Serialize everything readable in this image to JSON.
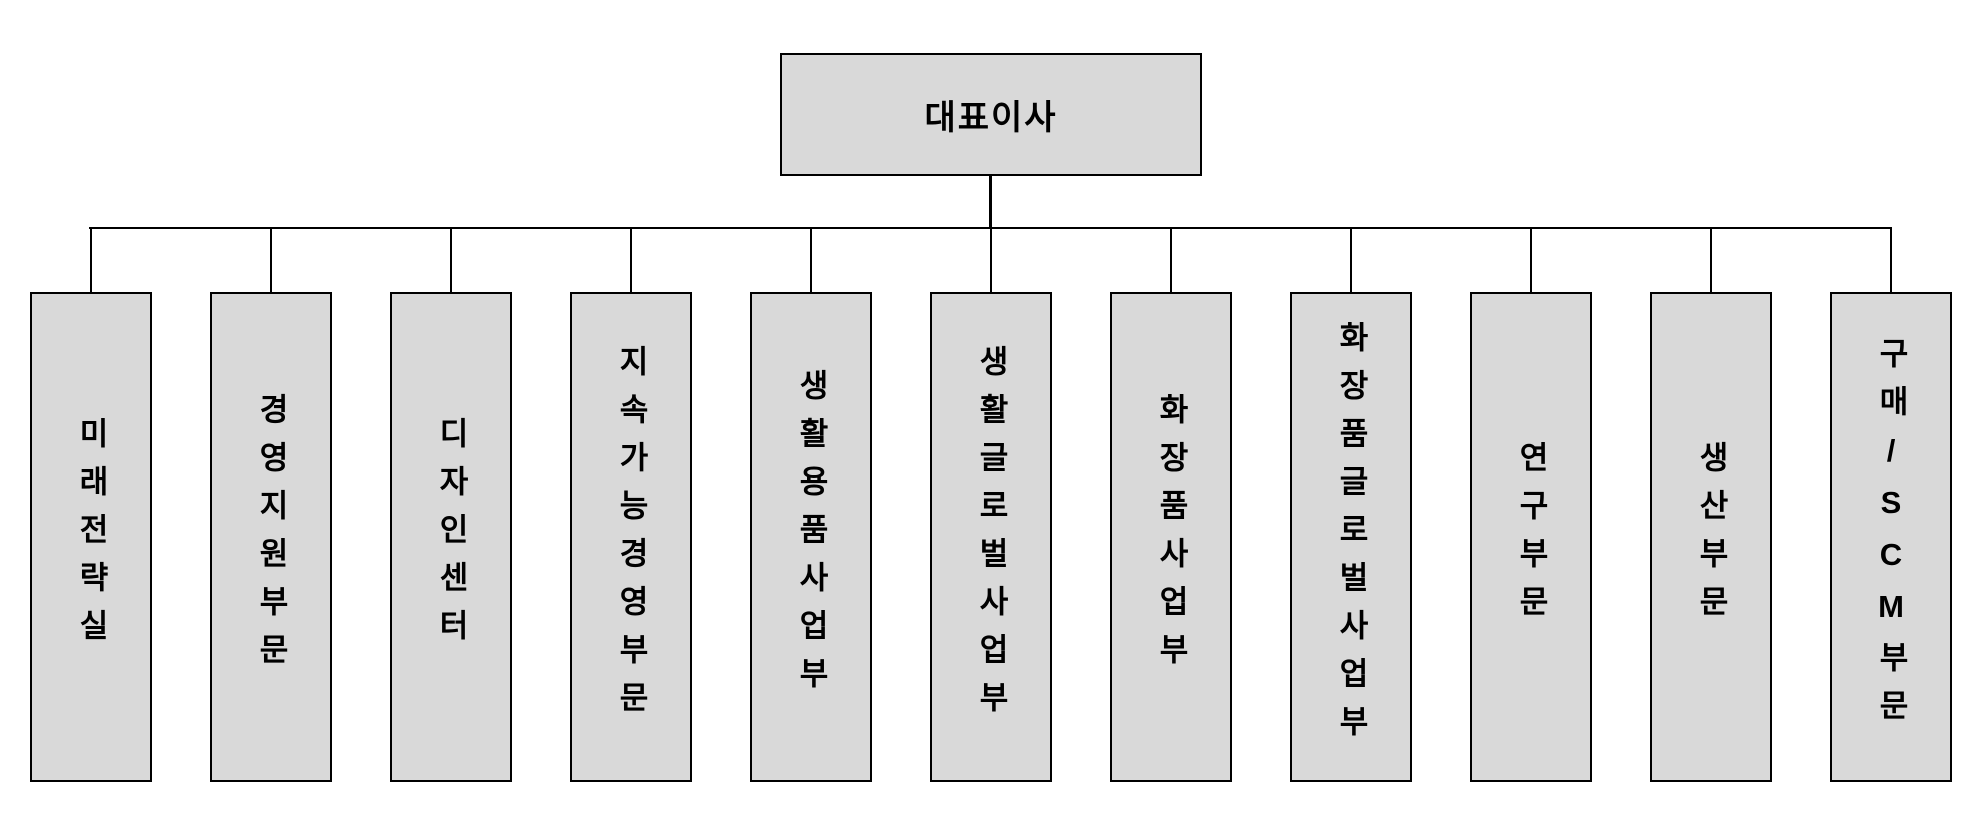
{
  "chart": {
    "type": "org-chart",
    "root": {
      "label": "대표이사"
    },
    "units": [
      {
        "label": "미래전략실"
      },
      {
        "label": "경영지원부문"
      },
      {
        "label": "디자인센터"
      },
      {
        "label": "지속가능경영부문"
      },
      {
        "label": "생활용품사업부"
      },
      {
        "label": "생활글로벌사업부"
      },
      {
        "label": "화장품사업부"
      },
      {
        "label": "화장품글로벌사업부"
      },
      {
        "label": "연구부문"
      },
      {
        "label": "생산부문"
      },
      {
        "label": "구매/SCM부문"
      }
    ],
    "colors": {
      "box_fill": "#d9d9d9",
      "box_border": "#000000",
      "connector_line": "#000000",
      "text": "#000000",
      "background": "#ffffff"
    }
  }
}
